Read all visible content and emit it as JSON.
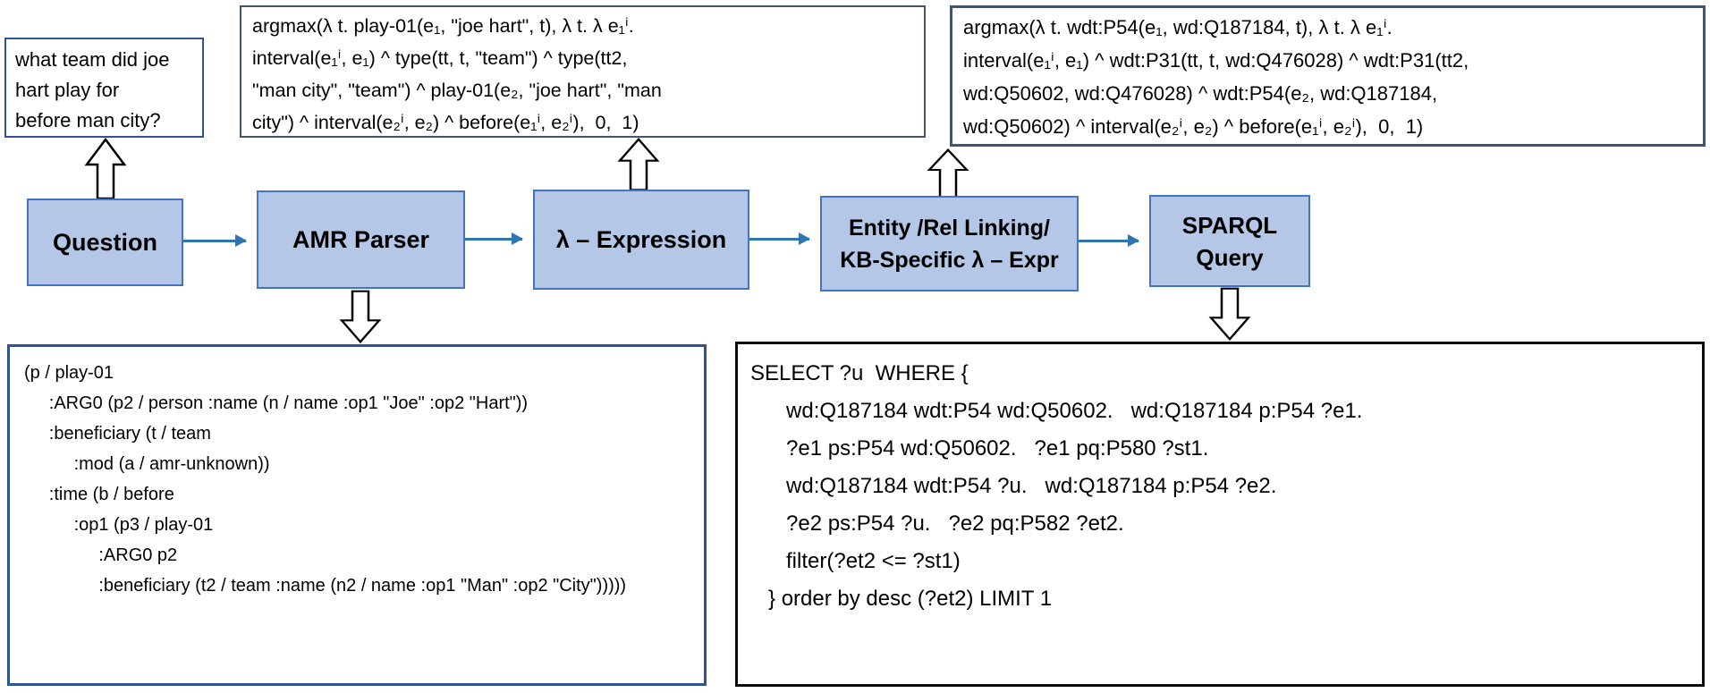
{
  "diagram": {
    "title_implicit": "AMR to SPARQL question-answering pipeline",
    "colors": {
      "flow_box_fill": "#b4c7e7",
      "flow_box_border": "#4472c4",
      "connector_arrow": "#2e75b6",
      "annotation_border_blue": "#2f5496",
      "annotation_border_slate": "#44546a",
      "sparql_border": "#0a0a0a",
      "block_arrow_fill": "#ffffff",
      "block_arrow_stroke": "#000000",
      "text": "#000000"
    },
    "flow_boxes": [
      {
        "label": "Question"
      },
      {
        "label": "AMR Parser"
      },
      {
        "label": "λ – Expression"
      },
      {
        "label": [
          "Entity /Rel Linking/",
          "KB-Specific λ – Expr"
        ]
      },
      {
        "label": [
          "SPARQL",
          "Query"
        ]
      }
    ],
    "annotations": {
      "question": {
        "lines": [
          "what team did joe",
          "hart play for",
          "before man city?"
        ]
      },
      "lambda_expression": {
        "lines": [
          "argmax(λ t. play-01(e₁, \"joe hart\", t), λ t. λ e₁ⁱ.",
          "interval(e₁ⁱ, e₁) ^ type(tt, t, \"team\") ^ type(tt2,",
          "\"man city\", \"team\") ^ play-01(e₂, \"joe hart\", \"man",
          "city\") ^ interval(e₂ⁱ, e₂) ^ before(e₁ⁱ, e₂ⁱ),  0,  1)"
        ]
      },
      "kb_specific_lambda": {
        "lines": [
          "argmax(λ t. wdt:P54(e₁, wd:Q187184, t), λ t. λ e₁ⁱ.",
          "interval(e₁ⁱ, e₁) ^ wdt:P31(tt, t, wd:Q476028) ^ wdt:P31(tt2,",
          "wd:Q50602, wd:Q476028) ^ wdt:P54(e₂, wd:Q187184,",
          "wd:Q50602) ^ interval(e₂ⁱ, e₂) ^ before(e₁ⁱ, e₂ⁱ),  0,  1)"
        ]
      },
      "amr_parse": {
        "lines": [
          "(p / play-01",
          "     :ARG0 (p2 / person :name (n / name :op1 \"Joe\" :op2 \"Hart\"))",
          "     :beneficiary (t / team",
          "          :mod (a / amr-unknown))",
          "     :time (b / before",
          "          :op1 (p3 / play-01",
          "               :ARG0 p2",
          "               :beneficiary (t2 / team :name (n2 / name :op1 \"Man\" :op2 \"City\")))))"
        ]
      },
      "sparql_query": {
        "lines": [
          "SELECT ?u  WHERE {",
          "      wd:Q187184 wdt:P54 wd:Q50602.   wd:Q187184 p:P54 ?e1.",
          "      ?e1 ps:P54 wd:Q50602.   ?e1 pq:P580 ?st1.",
          "      wd:Q187184 wdt:P54 ?u.   wd:Q187184 p:P54 ?e2.",
          "      ?e2 ps:P54 ?u.   ?e2 pq:P582 ?et2.",
          "      filter(?et2 <= ?st1)",
          "   } order by desc (?et2) LIMIT 1"
        ]
      }
    }
  }
}
